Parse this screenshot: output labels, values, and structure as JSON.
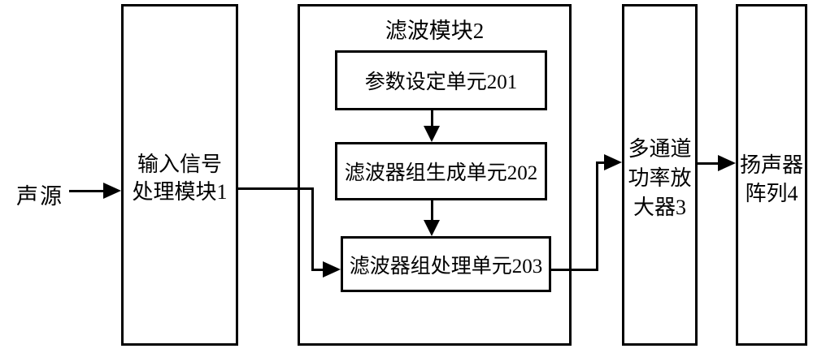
{
  "figure": {
    "background": "#ffffff",
    "line_color": "#000000"
  },
  "source": {
    "label": "声源"
  },
  "input_module": {
    "lines": [
      "输入信号",
      "处理模块1"
    ]
  },
  "filter_module": {
    "title": "滤波模块2",
    "units": [
      {
        "label": "参数设定单元201"
      },
      {
        "label": "滤波器组生成单元202"
      },
      {
        "label": "滤波器组处理单元203"
      }
    ]
  },
  "amplifier_module": {
    "lines": [
      "多通道",
      "功率放",
      "大器3"
    ]
  },
  "speaker_module": {
    "lines": [
      "扬声器",
      "阵列4"
    ]
  }
}
